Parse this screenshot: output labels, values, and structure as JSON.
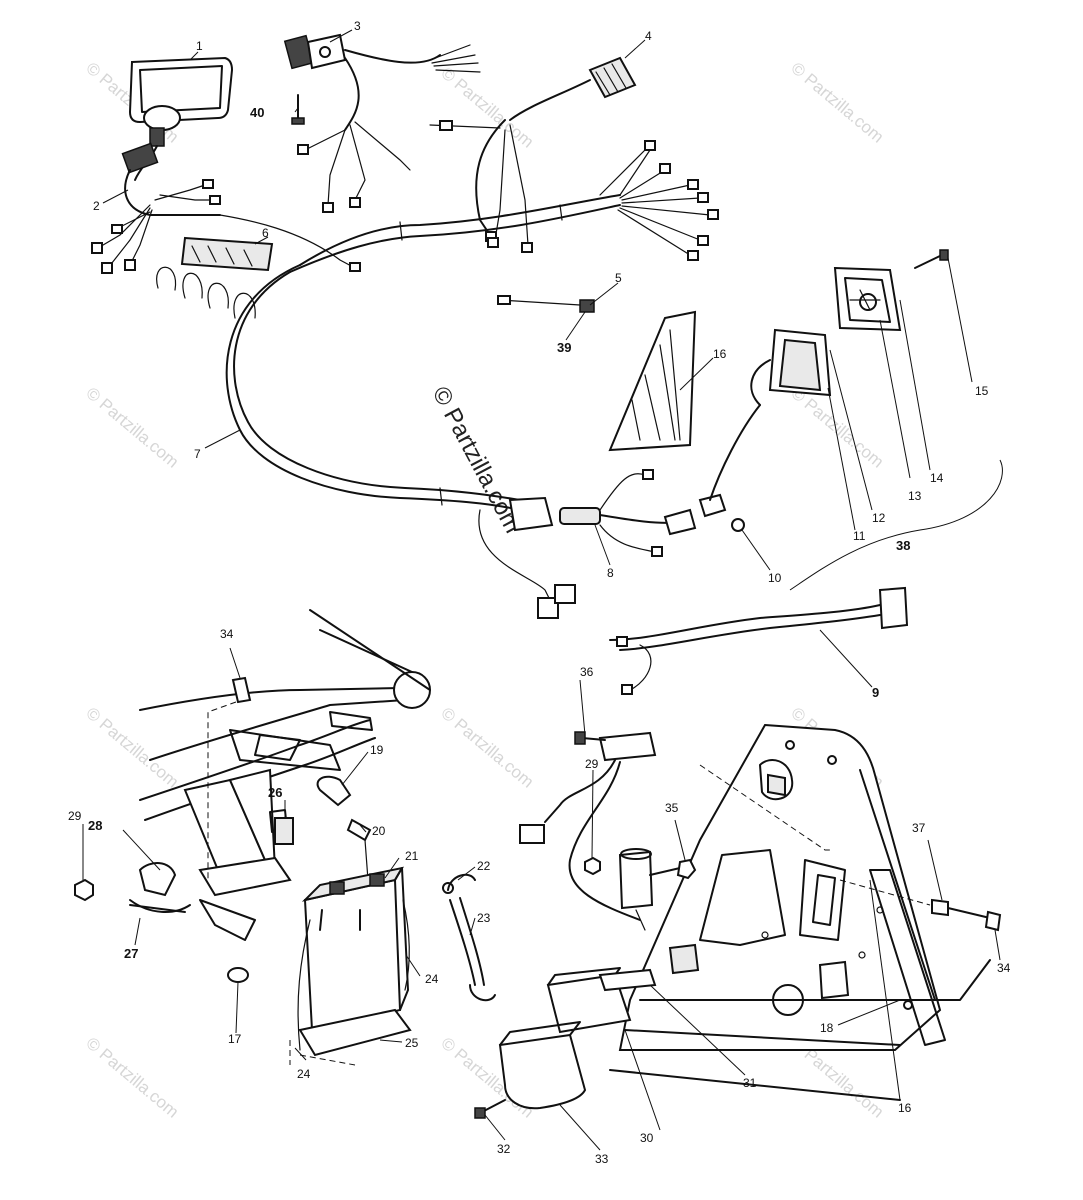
{
  "watermark": {
    "text": "© Partzilla.com",
    "center_text": "© Partzilla.com"
  },
  "callouts": {
    "c1": "1",
    "c2": "2",
    "c3": "3",
    "c4": "4",
    "c5": "5",
    "c6": "6",
    "c7": "7",
    "c8": "8",
    "c9": "9",
    "c10": "10",
    "c11": "11",
    "c12": "12",
    "c13": "13",
    "c14": "14",
    "c15": "15",
    "c16": "16",
    "c16b": "16",
    "c17": "17",
    "c18": "18",
    "c19": "19",
    "c20": "20",
    "c21": "21",
    "c22": "22",
    "c23": "23",
    "c24": "24",
    "c24b": "24",
    "c25": "25",
    "c26": "26",
    "c27": "27",
    "c28": "28",
    "c29": "29",
    "c29b": "29",
    "c30": "30",
    "c31": "31",
    "c32": "32",
    "c33": "33",
    "c34": "34",
    "c34b": "34",
    "c35": "35",
    "c36": "36",
    "c37": "37",
    "c38": "38",
    "c39": "39",
    "c40": "40"
  }
}
